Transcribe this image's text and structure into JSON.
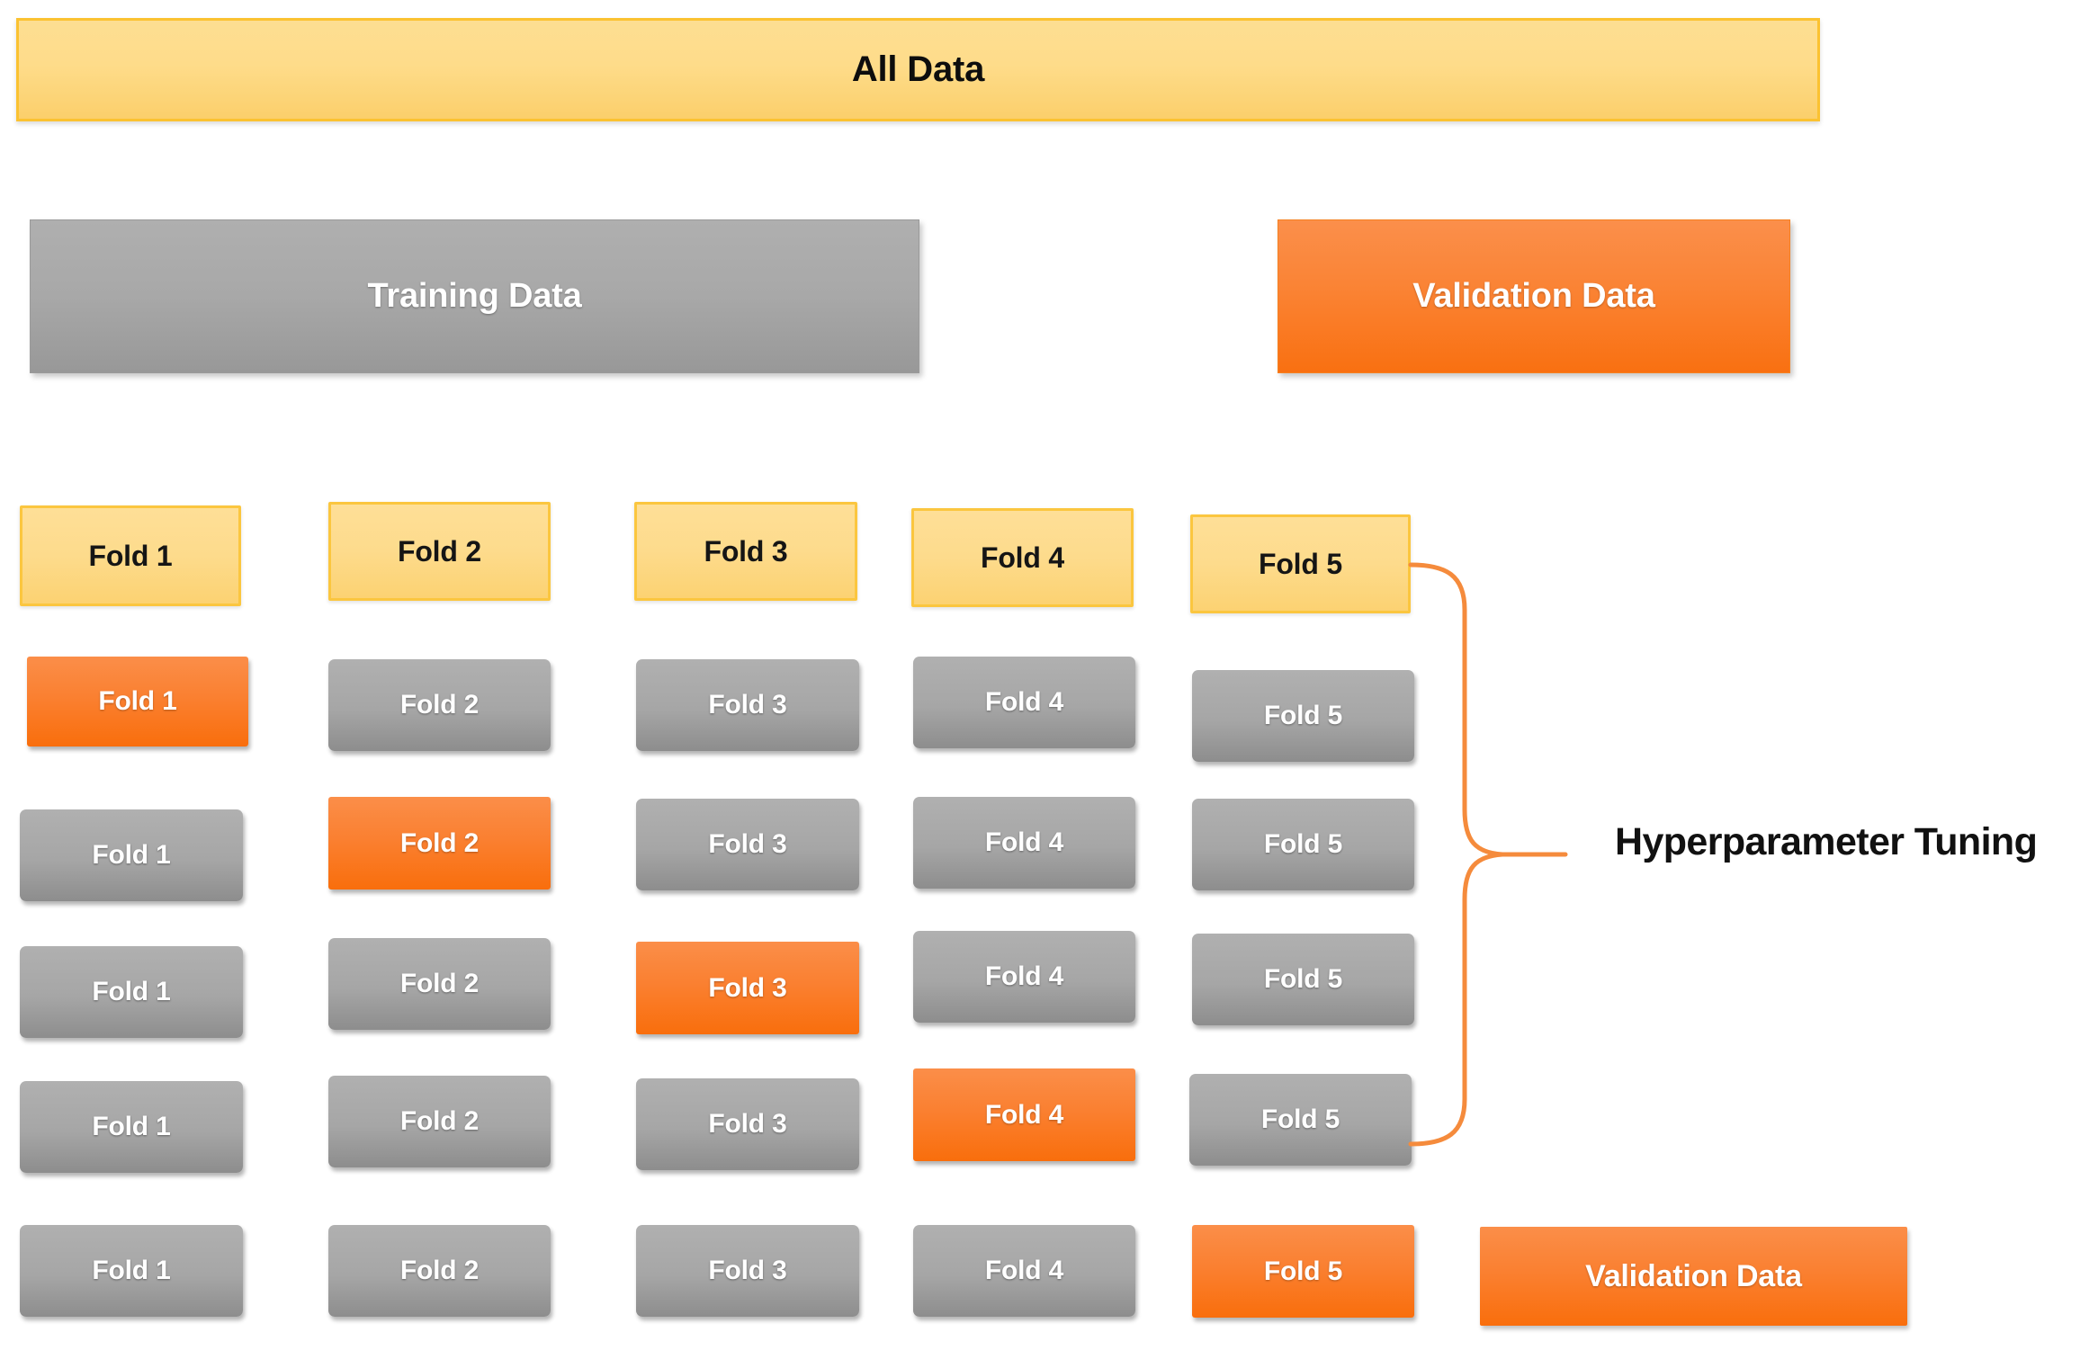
{
  "diagram": {
    "title_box": {
      "label": "All Data"
    },
    "split": {
      "training": {
        "label": "Training Data"
      },
      "validation": {
        "label": "Validation Data"
      }
    },
    "fold_header": {
      "labels": [
        "Fold 1",
        "Fold 2",
        "Fold 3",
        "Fold 4",
        "Fold 5"
      ]
    },
    "split_rows": [
      {
        "row": 1,
        "cells": [
          "Fold 1",
          "Fold 2",
          "Fold 3",
          "Fold 4",
          "Fold 5"
        ],
        "holdout_index": 0
      },
      {
        "row": 2,
        "cells": [
          "Fold 1",
          "Fold 2",
          "Fold 3",
          "Fold 4",
          "Fold 5"
        ],
        "holdout_index": 1
      },
      {
        "row": 3,
        "cells": [
          "Fold 1",
          "Fold 2",
          "Fold 3",
          "Fold 4",
          "Fold 5"
        ],
        "holdout_index": 2
      },
      {
        "row": 4,
        "cells": [
          "Fold 1",
          "Fold 2",
          "Fold 3",
          "Fold 4",
          "Fold 5"
        ],
        "holdout_index": 3
      },
      {
        "row": 5,
        "cells": [
          "Fold 1",
          "Fold 2",
          "Fold 3",
          "Fold 4",
          "Fold 5"
        ],
        "holdout_index": 4
      }
    ],
    "final_validation": {
      "label": "Validation Data"
    },
    "brace": {
      "label": "Hyperparameter Tuning"
    },
    "colors": {
      "all_data_fill": "#FDDC8D",
      "all_data_border": "#FBC231",
      "fold_header_fill": "#FDDB8C",
      "fold_header_border": "#FBC63F",
      "training_gray": "#A6A6A6",
      "holdout_orange": "#FA8031",
      "brace_stroke": "#F58B3C",
      "label_text": "#111111",
      "chip_text_light": "#FFFFFF",
      "chip_text_dark": "#151515",
      "background": "#FFFFFF"
    }
  }
}
